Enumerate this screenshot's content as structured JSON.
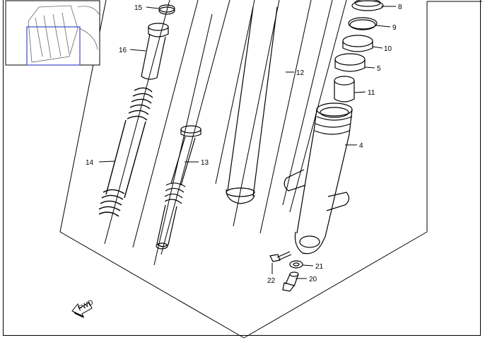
{
  "diagram": {
    "callouts": [
      {
        "id": "c15",
        "label": "15"
      },
      {
        "id": "c16",
        "label": "16"
      },
      {
        "id": "c14",
        "label": "14"
      },
      {
        "id": "c13",
        "label": "13"
      },
      {
        "id": "c12",
        "label": "12"
      },
      {
        "id": "c8",
        "label": "8"
      },
      {
        "id": "c9",
        "label": "9"
      },
      {
        "id": "c10",
        "label": "10"
      },
      {
        "id": "c5",
        "label": "5"
      },
      {
        "id": "c11",
        "label": "11"
      },
      {
        "id": "c4",
        "label": "4"
      },
      {
        "id": "c21",
        "label": "21"
      },
      {
        "id": "c22",
        "label": "22"
      },
      {
        "id": "c20",
        "label": "20"
      }
    ],
    "fwd_label": "FWD"
  }
}
